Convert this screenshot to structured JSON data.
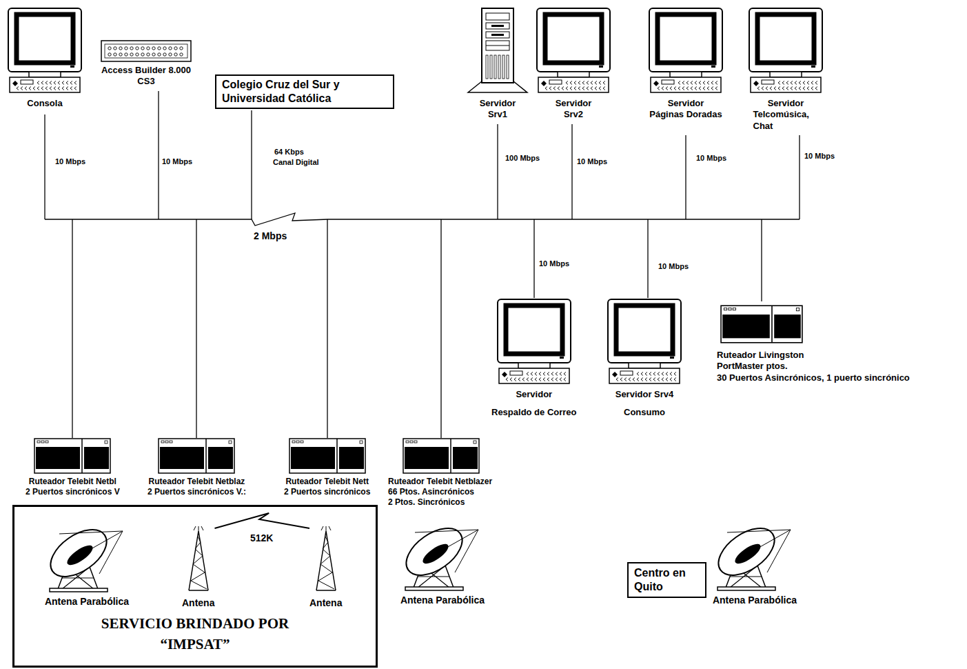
{
  "diagram": {
    "nodes": [
      {
        "text": [
          "Consola"
        ]
      },
      {
        "text": [
          "Access Builder 8.000 CS3"
        ]
      },
      {
        "text": [
          "Colegio Cruz del Sur y Universidad Católica"
        ]
      },
      {
        "text": [
          "Servidor",
          "Srv1"
        ]
      },
      {
        "text": [
          "Servidor",
          "Srv2"
        ]
      },
      {
        "text": [
          "Servidor",
          "Páginas Doradas"
        ]
      },
      {
        "text": [
          "Servidor",
          "Telcomúsica, Chat"
        ]
      },
      {
        "text": [
          "Servidor",
          "Respaldo de Correo"
        ]
      },
      {
        "text": [
          "Servidor Srv4",
          "Consumo"
        ]
      },
      {
        "text": [
          "Ruteador Livingston",
          "PortMaster ptos.",
          "30 Puertos Asincrónicos, 1 puerto sincrónico"
        ]
      },
      {
        "text": [
          "Ruteador Telebit Netbl",
          "2 Puertos sincrónicos V"
        ]
      },
      {
        "text": [
          "Ruteador Telebit Netblaz",
          "2 Puertos sincrónicos V.:"
        ]
      },
      {
        "text": [
          "Ruteador Telebit Nett",
          "2 Puertos sincrónicos"
        ]
      },
      {
        "text": [
          "Ruteador Telebit Netblazer",
          "66 Ptos. Asincrónicos",
          "2 Ptos. Sincrónicos"
        ]
      },
      {
        "text": [
          "SERVICIO BRINDADO POR",
          "“IMPSAT”"
        ]
      },
      {
        "text": [
          "Antena Parabólica"
        ],
        "in": 14
      },
      {
        "text": [
          "Antena"
        ],
        "in": 14
      },
      {
        "text": [
          "Antena"
        ],
        "in": 14
      },
      {
        "text": [
          "Antena Parabólica"
        ]
      },
      {
        "text": [
          "Centro en Quito"
        ]
      },
      {
        "text": [
          "Antena Parabólica"
        ]
      }
    ],
    "edges": [
      {
        "from": 16,
        "to": 17,
        "label": "512K",
        "arrow": "none"
      }
    ],
    "labels": [
      "10 Mbps",
      "10 Mbps",
      "64 Kbps",
      "Canal Digital",
      "100 Mbps",
      "10 Mbps",
      "10 Mbps",
      "10 Mbps",
      "2 Mbps",
      "10 Mbps",
      "10 Mbps"
    ]
  }
}
